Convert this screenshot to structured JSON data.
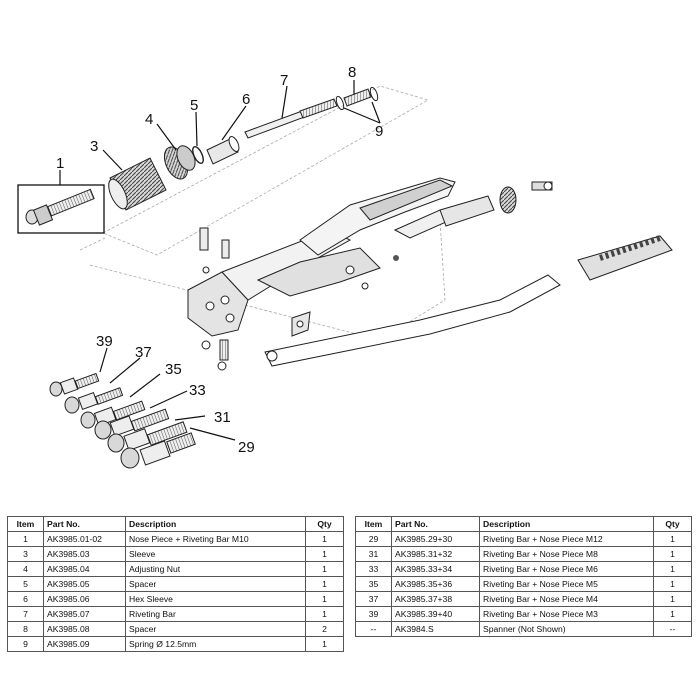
{
  "diagram": {
    "callouts": [
      "1",
      "3",
      "4",
      "5",
      "6",
      "7",
      "8",
      "9",
      "39",
      "37",
      "35",
      "33",
      "31",
      "29"
    ]
  },
  "table": {
    "headers": {
      "item": "Item",
      "part_no": "Part No.",
      "description": "Description",
      "qty": "Qty"
    },
    "left_rows": [
      {
        "item": "1",
        "part_no": "AK3985.01-02",
        "description": "Nose Piece + Riveting Bar M10",
        "qty": "1"
      },
      {
        "item": "3",
        "part_no": "AK3985.03",
        "description": "Sleeve",
        "qty": "1"
      },
      {
        "item": "4",
        "part_no": "AK3985.04",
        "description": "Adjusting Nut",
        "qty": "1"
      },
      {
        "item": "5",
        "part_no": "AK3985.05",
        "description": "Spacer",
        "qty": "1"
      },
      {
        "item": "6",
        "part_no": "AK3985.06",
        "description": "Hex Sleeve",
        "qty": "1"
      },
      {
        "item": "7",
        "part_no": "AK3985.07",
        "description": "Riveting Bar",
        "qty": "1"
      },
      {
        "item": "8",
        "part_no": "AK3985.08",
        "description": "Spacer",
        "qty": "2"
      },
      {
        "item": "9",
        "part_no": "AK3985.09",
        "description": "Spring Ø 12.5mm",
        "qty": "1"
      }
    ],
    "right_rows": [
      {
        "item": "29",
        "part_no": "AK3985.29+30",
        "description": "Riveting Bar + Nose Piece M12",
        "qty": "1"
      },
      {
        "item": "31",
        "part_no": "AK3985.31+32",
        "description": "Riveting Bar + Nose Piece M8",
        "qty": "1"
      },
      {
        "item": "33",
        "part_no": "AK3985.33+34",
        "description": "Riveting Bar + Nose Piece M6",
        "qty": "1"
      },
      {
        "item": "35",
        "part_no": "AK3985.35+36",
        "description": "Riveting Bar + Nose Piece M5",
        "qty": "1"
      },
      {
        "item": "37",
        "part_no": "AK3985.37+38",
        "description": "Riveting Bar + Nose Piece M4",
        "qty": "1"
      },
      {
        "item": "39",
        "part_no": "AK3985.39+40",
        "description": "Riveting Bar + Nose Piece M3",
        "qty": "1"
      },
      {
        "item": "--",
        "part_no": "AK3984.S",
        "description": "Spanner (Not Shown)",
        "qty": "--"
      }
    ]
  }
}
